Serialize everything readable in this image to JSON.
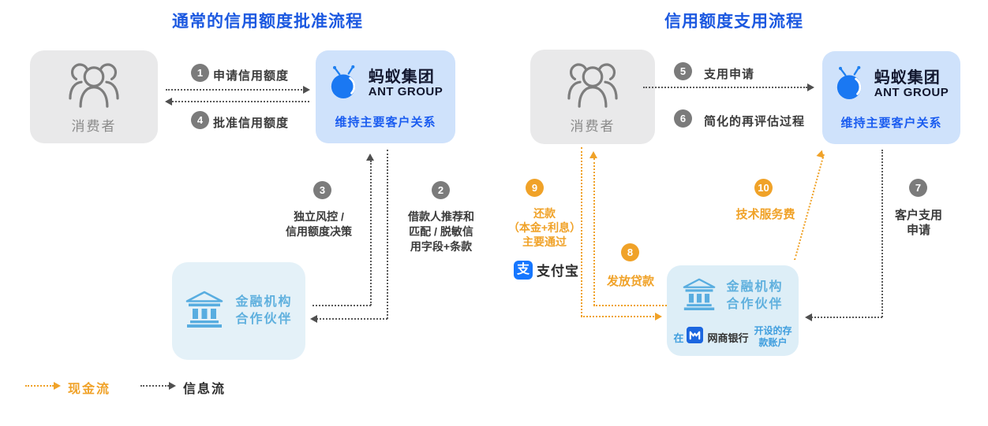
{
  "legend": {
    "cash_flow": "现金流",
    "info_flow": "信息流"
  },
  "ant_group": {
    "name_cn": "蚂蚁集团",
    "name_en": "ANT GROUP",
    "caption": "维持主要客户关系"
  },
  "left": {
    "title": "通常的信用额度批准流程",
    "consumer_label": "消费者",
    "fin_partner": {
      "line1": "金融机构",
      "line2": "合作伙伴"
    },
    "step1": {
      "num": "1",
      "label": "申请信用额度"
    },
    "step2": {
      "num": "2",
      "line1": "借款人推荐和",
      "line2": "匹配 / 脱敏信",
      "line3": "用字段+条款"
    },
    "step3": {
      "num": "3",
      "line1": "独立风控 /",
      "line2": "信用额度决策"
    },
    "step4": {
      "num": "4",
      "label": "批准信用额度"
    }
  },
  "right": {
    "title": "信用额度支用流程",
    "consumer_label": "消费者",
    "fin_partner": {
      "line1": "金融机构",
      "line2": "合作伙伴",
      "account_prefix": "在",
      "bank_name": "网商银行",
      "account_line1": "开设的存",
      "account_line2": "款账户"
    },
    "step5": {
      "num": "5",
      "label": "支用申请"
    },
    "step6": {
      "num": "6",
      "label": "简化的再评估过程"
    },
    "step7": {
      "num": "7",
      "line1": "客户支用",
      "line2": "申请"
    },
    "step8": {
      "num": "8",
      "label": "发放贷款"
    },
    "step9": {
      "num": "9",
      "line1": "还款",
      "line2": "（本金+利息）",
      "line3": "主要通过",
      "alipay_glyph": "支",
      "alipay_label": "支付宝"
    },
    "step10": {
      "num": "10",
      "label": "技术服务费"
    }
  },
  "icons": [
    "people-group-icon",
    "ant-logo-icon",
    "bank-icon",
    "alipay-icon",
    "mybank-icon"
  ],
  "colors": {
    "title_blue": "#1b58e0",
    "ant_caption_blue": "#1a5cf0",
    "ant_box_fill": "#cfe2fb",
    "consumer_box_fill": "#e9e9ea",
    "fin_box_fill": "#e4f1f8",
    "fin_text_blue": "#5fb0de",
    "cash_orange": "#f0a228",
    "info_gray": "#4f4f4f",
    "circle_gray": "#7b7b7b",
    "alipay_blue": "#1677ff",
    "mybank_blue": "#1b66e0"
  }
}
